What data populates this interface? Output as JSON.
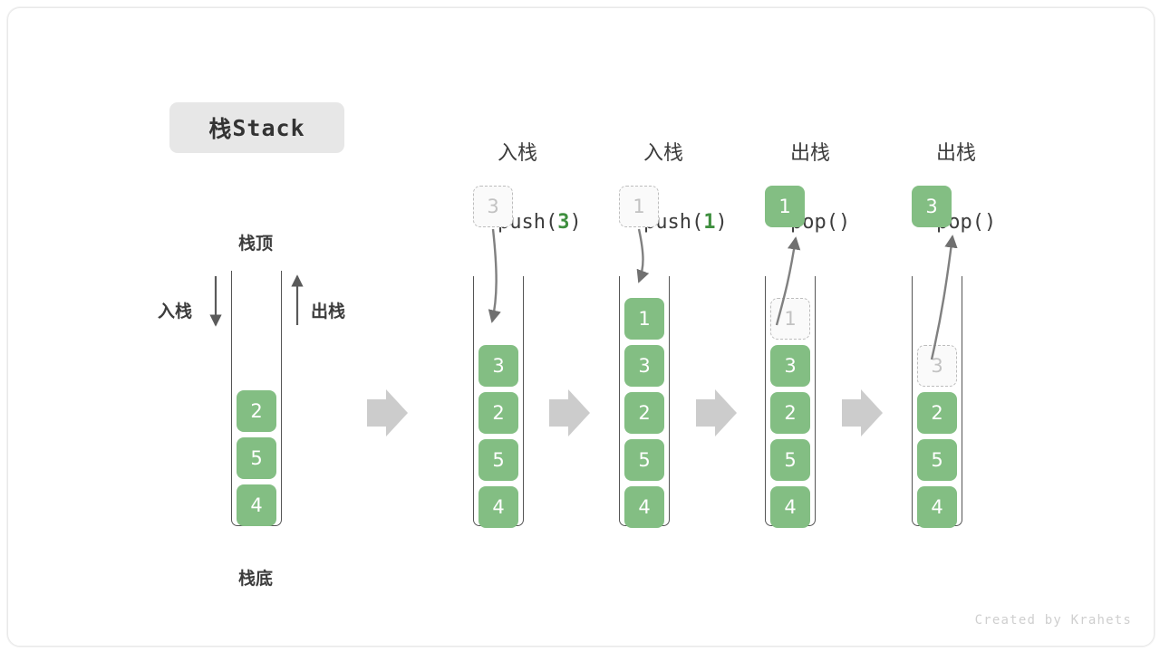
{
  "title": {
    "cjk": "栈",
    "latin": " Stack"
  },
  "credit": "Created by Krahets",
  "legend": {
    "top_label": "栈顶",
    "bottom_label": "栈底",
    "push_label": "入栈",
    "pop_label": "出栈"
  },
  "colors": {
    "element_fill": "#83be83",
    "element_text": "#ffffff",
    "ghost_fill": "#fafafa",
    "ghost_border": "#bdbdbd",
    "ghost_text": "#c2c2c2",
    "stroke": "#555555",
    "arrow_gray": "#d4d4d4",
    "accent_number": "#3f8f3f",
    "badge_bg": "#e7e7e7",
    "text": "#3c3c3c",
    "credit": "#cfcfcf"
  },
  "steps": [
    {
      "id": "initial",
      "op": "",
      "op_call_prefix": "",
      "op_call_value": "",
      "op_call_suffix": "",
      "stack": [
        "2",
        "5",
        "4"
      ],
      "float_box": null,
      "ghost_in_stack": null
    },
    {
      "id": "push-3",
      "op": "入栈",
      "op_call_prefix": "push(",
      "op_call_value": "3",
      "op_call_suffix": ")",
      "stack": [
        "3",
        "2",
        "5",
        "4"
      ],
      "float_box": {
        "value": "3",
        "style": "ghost"
      },
      "ghost_in_stack": null
    },
    {
      "id": "push-1",
      "op": "入栈",
      "op_call_prefix": "push(",
      "op_call_value": "1",
      "op_call_suffix": ")",
      "stack": [
        "1",
        "3",
        "2",
        "5",
        "4"
      ],
      "float_box": {
        "value": "1",
        "style": "ghost"
      },
      "ghost_in_stack": null
    },
    {
      "id": "pop-1",
      "op": "出栈",
      "op_call_prefix": "pop(",
      "op_call_value": "",
      "op_call_suffix": ")",
      "stack": [
        "3",
        "2",
        "5",
        "4"
      ],
      "float_box": {
        "value": "1",
        "style": "filled"
      },
      "ghost_in_stack": {
        "value": "1",
        "slot": 0
      }
    },
    {
      "id": "pop-3",
      "op": "出栈",
      "op_call_prefix": "pop(",
      "op_call_value": "",
      "op_call_suffix": ")",
      "stack": [
        "2",
        "5",
        "4"
      ],
      "float_box": {
        "value": "3",
        "style": "filled"
      },
      "ghost_in_stack": {
        "value": "3",
        "slot": 1
      }
    }
  ],
  "separators": [
    "arrow-right-icon",
    "arrow-right-icon",
    "arrow-right-icon",
    "arrow-right-icon"
  ]
}
